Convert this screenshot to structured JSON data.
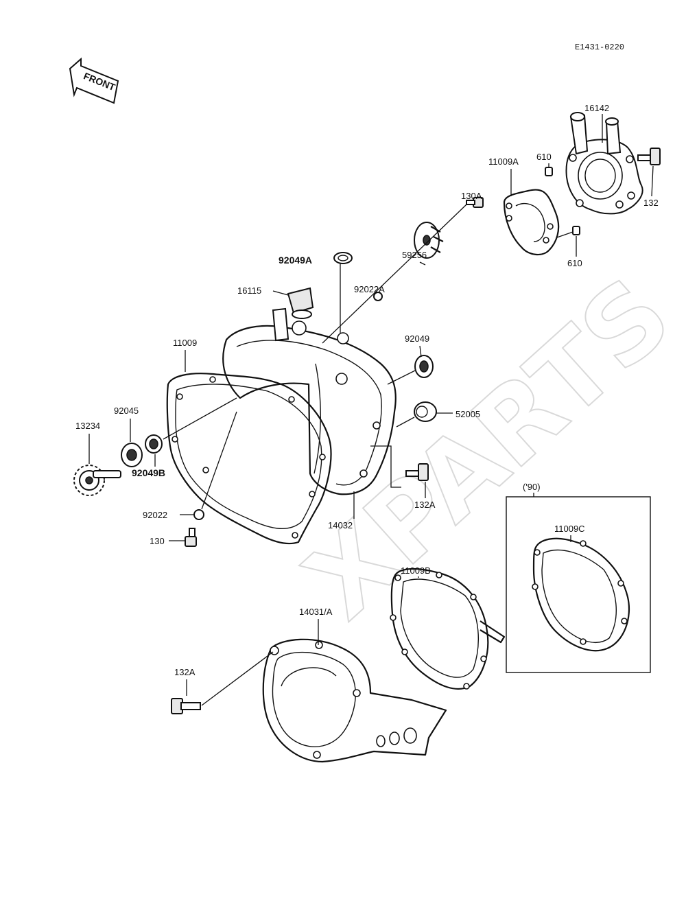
{
  "diagram_code": "E1431-0220",
  "front_label": "FRONT",
  "watermark": "XPARTS",
  "year_note": "('90)",
  "labels": {
    "p16142": "16142",
    "p610_top": "610",
    "p11009A": "11009A",
    "p132": "132",
    "p610_bottom": "610",
    "p130A": "130A",
    "p59256": "59256",
    "p92049A": "92049A",
    "p16115": "16115",
    "p92022A": "92022A",
    "p92049": "92049",
    "p11009": "11009",
    "p52005": "52005",
    "p92045": "92045",
    "p13234": "13234",
    "p92049B": "92049B",
    "p132A_mid": "132A",
    "p92022": "92022",
    "p14032": "14032",
    "p130": "130",
    "p11009C": "11009C",
    "p11009B": "11009B",
    "p14031A": "14031/A",
    "p132A_bottom": "132A"
  }
}
